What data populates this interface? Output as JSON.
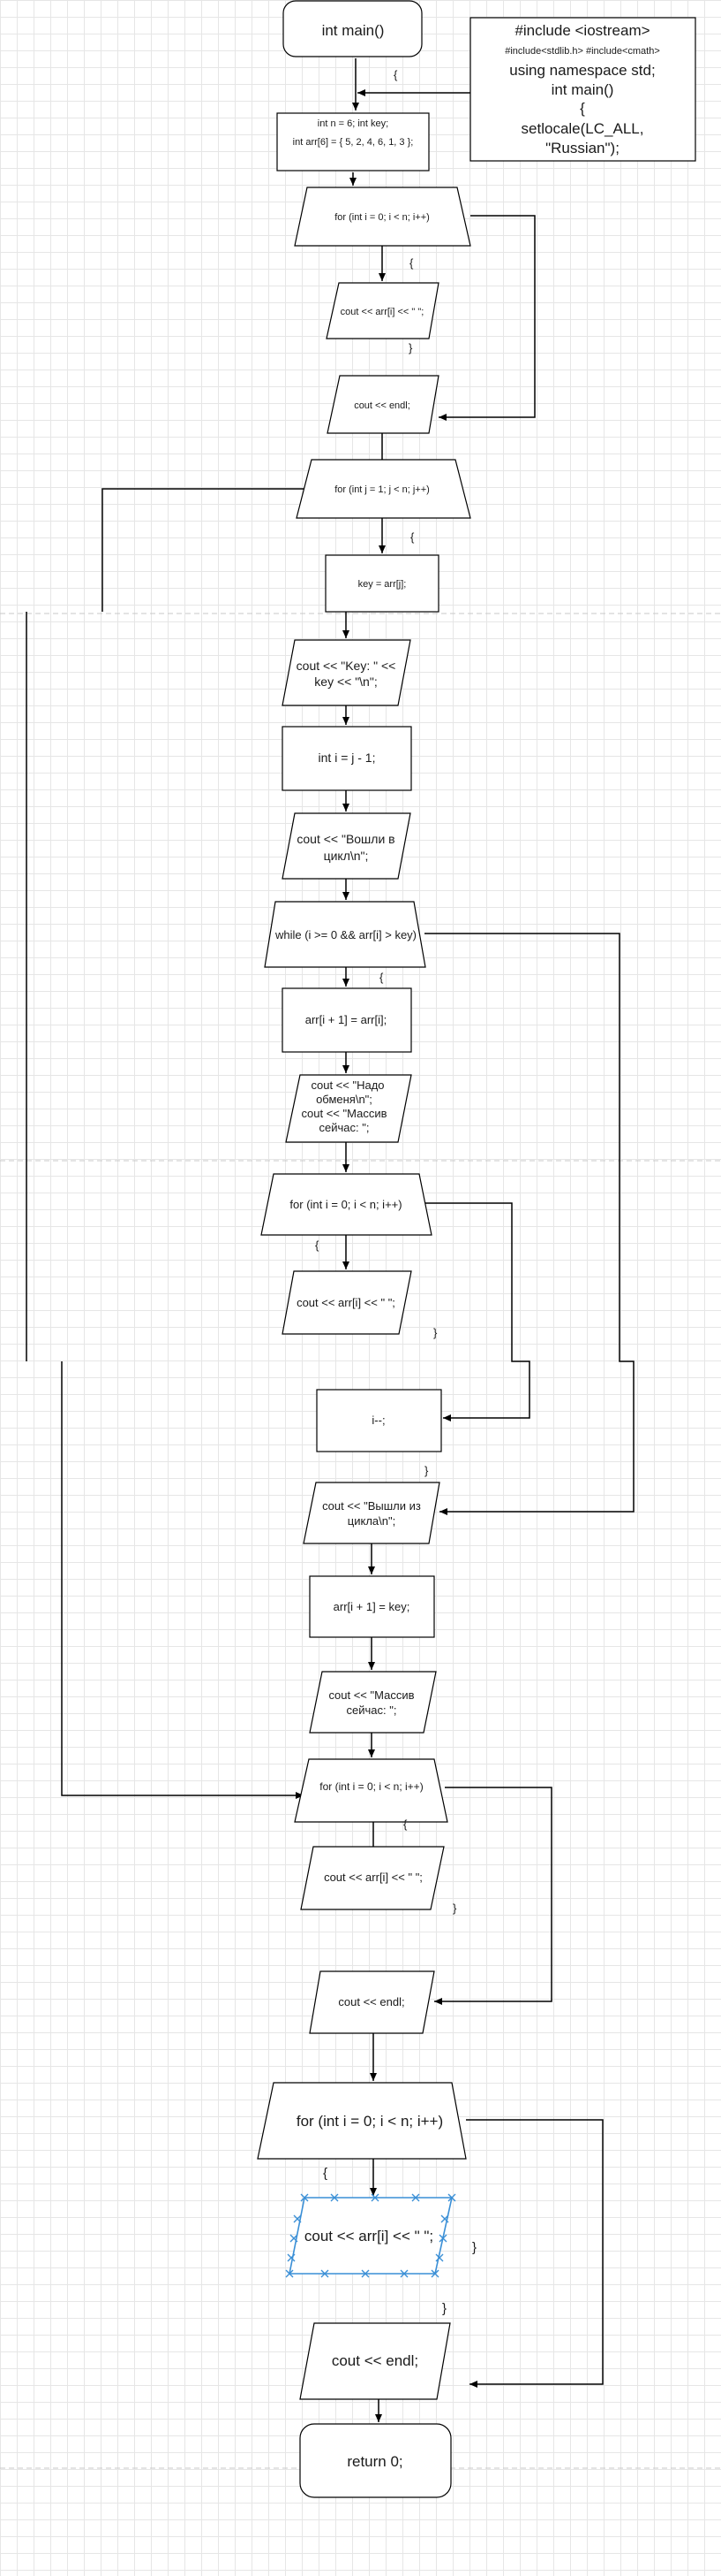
{
  "nodes": {
    "n_main": "int main()",
    "n_note": [
      "#include <iostream>",
      "#include<stdlib.h> #include<cmath>",
      "using namespace std;",
      "int main()",
      "{",
      "setlocale(LC_ALL,",
      "\"Russian\");"
    ],
    "n_init": [
      "int n = 6; int key;",
      "int arr[6] = { 5, 2, 4, 6, 1, 3 };"
    ],
    "n_for1": "for (int i = 0; i < n; i++)",
    "n_cout1": "cout << arr[i] << \" \";",
    "n_endl1": "cout << endl;",
    "n_forj": "for (int j = 1; j < n; j++)",
    "n_key": "key = arr[j];",
    "n_coutkey": [
      "cout << \"Key: \" <<",
      "key << \"\\n\";"
    ],
    "n_inti": "int i = j - 1;",
    "n_voshli": [
      "cout << \"Вошли в",
      "цикл\\n\";"
    ],
    "n_while": "while (i >= 0 && arr[i] > key)",
    "n_assign": "arr[i + 1] = arr[i];",
    "n_nado": [
      "cout << \"Надо",
      "обменя\\n\";",
      "cout << \"Массив",
      "сейчас: \";"
    ],
    "n_for2": "for (int i = 0; i < n; i++)",
    "n_cout2": "cout << arr[i] << \" \";",
    "n_idec": "i--;",
    "n_vyshli": [
      "cout << \"Вышли из",
      "цикла\\n\";"
    ],
    "n_assignkey": "arr[i + 1] = key;",
    "n_massiv": [
      "cout << \"Массив",
      "сейчас: \";"
    ],
    "n_for3": "for (int i = 0; i < n; i++)",
    "n_cout3": "cout << arr[i] << \" \";",
    "n_endl3": "cout << endl;",
    "n_for4": "for (int i = 0; i < n; i++)",
    "n_cout4": "cout << arr[i] << \" \";",
    "n_endl4": "cout << endl;",
    "n_return": "return 0;"
  },
  "braces": {
    "b1": "{",
    "b2": "{",
    "b3": "}",
    "b4": "{",
    "b5": "{",
    "b6": "{",
    "b7": "}",
    "b8": "}",
    "b9": "{",
    "b10": "}",
    "b11": "{",
    "b12": "}",
    "b13": "}"
  },
  "colors": {
    "stroke": "#000000",
    "grid": "#e6e6e6",
    "selection": "#3a8fd6",
    "text": "#1a1a1a"
  }
}
